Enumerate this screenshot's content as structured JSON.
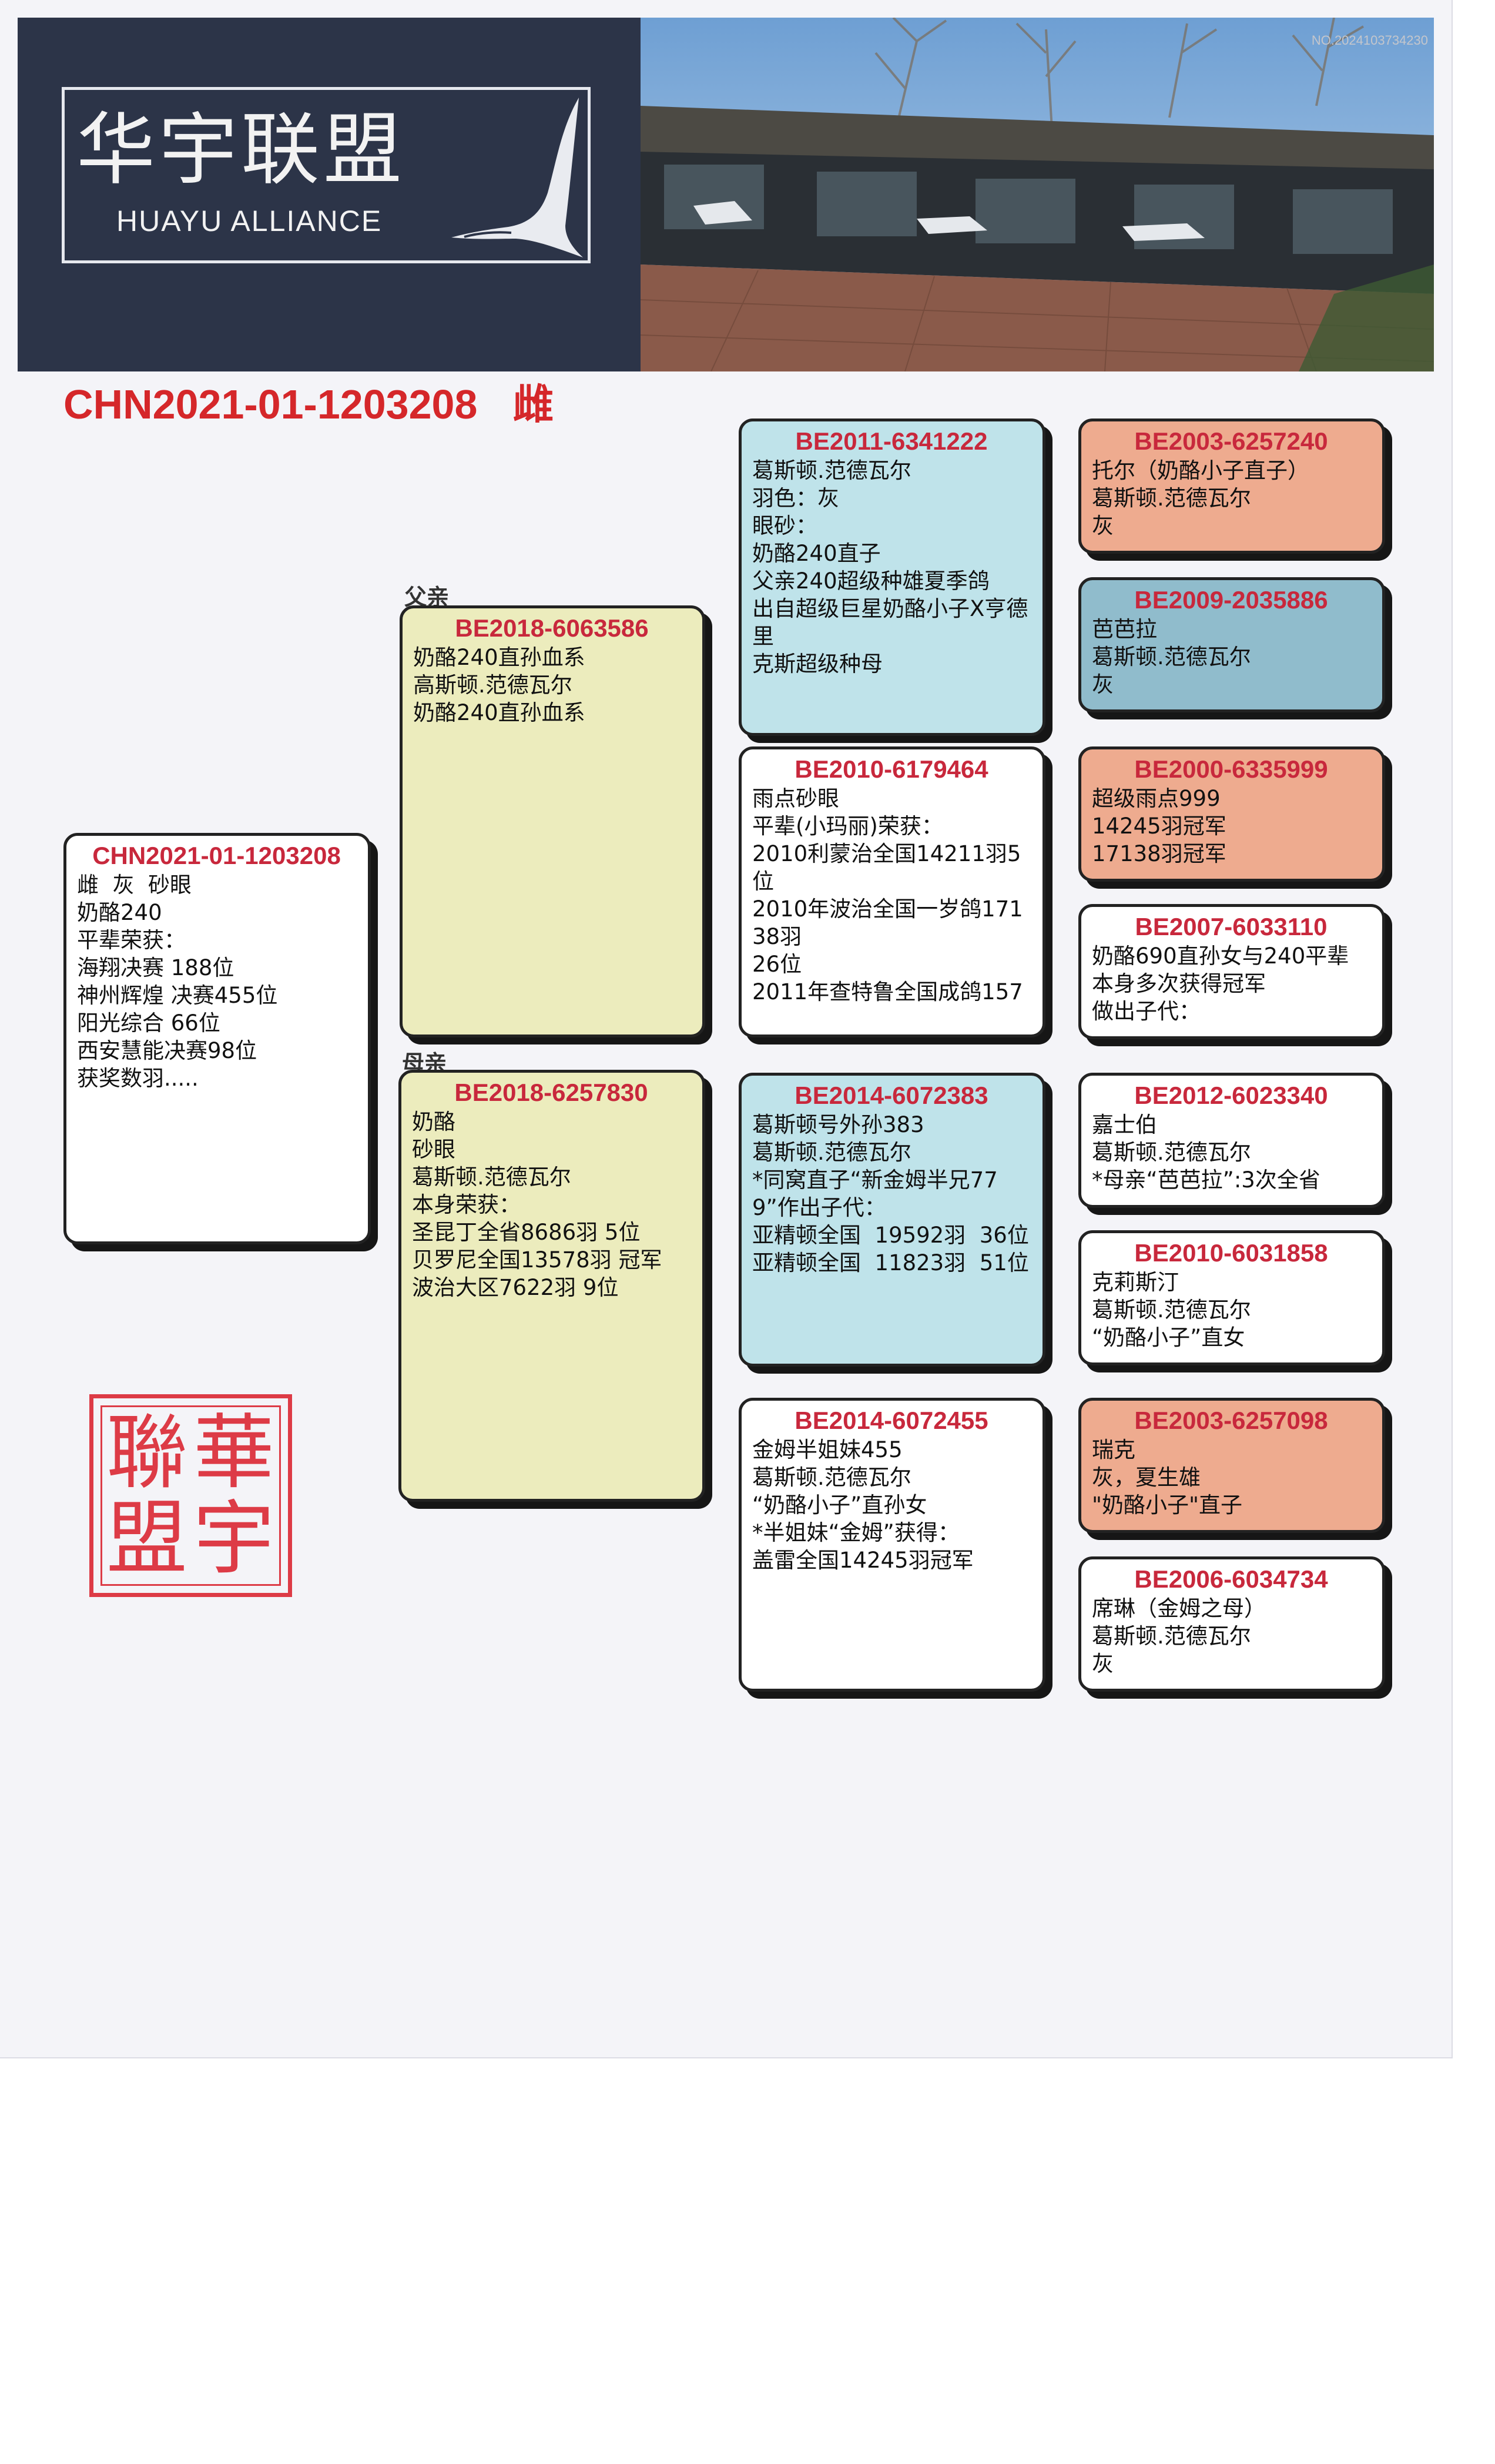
{
  "header": {
    "logo_cn": "华宇联盟",
    "logo_en": "HUAYU ALLIANCE",
    "photo_no": "NO.2024103734230"
  },
  "title": {
    "ring": "CHN2021-01-1203208",
    "sex": "雌"
  },
  "labels": {
    "father": "父亲",
    "mother": "母亲"
  },
  "subject": {
    "id": "CHN2021-01-1203208",
    "lines": [
      "雌  灰  砂眼",
      "奶酪240",
      "平辈荣获：",
      "海翔决赛 188位",
      "神州辉煌 决赛455位",
      "阳光综合 66位",
      "西安慧能决赛98位",
      "获奖数羽....."
    ]
  },
  "father": {
    "id": "BE2018-6063586",
    "lines": [
      "奶酪240直孙血系",
      "高斯顿.范德瓦尔",
      "奶酪240直孙血系"
    ]
  },
  "mother": {
    "id": "BE2018-6257830",
    "lines": [
      "奶酪",
      "砂眼",
      "葛斯顿.范德瓦尔",
      "本身荣获：",
      "圣昆丁全省8686羽 5位",
      "贝罗尼全国13578羽 冠军",
      "波治大区7622羽 9位"
    ]
  },
  "gp_ff": {
    "id": "BE2011-6341222",
    "lines": [
      "葛斯顿.范德瓦尔",
      "羽色：灰",
      "眼砂：",
      "奶酪240直子",
      "父亲240超级种雄夏季鸽",
      "出自超级巨星奶酪小子X亨德里",
      "克斯超级种母"
    ]
  },
  "gp_fm": {
    "id": "BE2010-6179464",
    "lines": [
      "雨点砂眼",
      "平辈(小玛丽)荣获：",
      "2010利蒙治全国14211羽5位",
      "2010年波治全国一岁鸽17138羽",
      "26位",
      "2011年查特鲁全国成鸽157"
    ]
  },
  "gp_mf": {
    "id": "BE2014-6072383",
    "lines": [
      "葛斯顿号外孙383",
      "葛斯顿.范德瓦尔",
      "*同窝直子“新金姆半兄779”作出子代：",
      "亚精顿全国  19592羽  36位",
      "亚精顿全国  11823羽  51位"
    ]
  },
  "gp_mm": {
    "id": "BE2014-6072455",
    "lines": [
      "金姆半姐妹455",
      "葛斯顿.范德瓦尔",
      "“奶酪小子”直孙女",
      "*半姐妹“金姆”获得：",
      "盖雷全国14245羽冠军"
    ]
  },
  "ggp": [
    {
      "id": "BE2003-6257240",
      "lines": [
        "托尔（奶酪小子直子）",
        "葛斯顿.范德瓦尔",
        "灰"
      ]
    },
    {
      "id": "BE2009-2035886",
      "lines": [
        "芭芭拉",
        "葛斯顿.范德瓦尔",
        "灰"
      ]
    },
    {
      "id": "BE2000-6335999",
      "lines": [
        "超级雨点999",
        "14245羽冠军",
        "17138羽冠军"
      ]
    },
    {
      "id": "BE2007-6033110",
      "lines": [
        "奶酪690直孙女与240平辈",
        "本身多次获得冠军",
        "做出子代："
      ]
    },
    {
      "id": "BE2012-6023340",
      "lines": [
        "嘉士伯",
        "葛斯顿.范德瓦尔",
        "*母亲“芭芭拉”:3次全省"
      ]
    },
    {
      "id": "BE2010-6031858",
      "lines": [
        "克莉斯汀",
        "葛斯顿.范德瓦尔",
        "“奶酪小子”直女"
      ]
    },
    {
      "id": "BE2003-6257098",
      "lines": [
        "瑞克",
        "灰，夏生雄",
        "\"奶酪小子\"直子"
      ]
    },
    {
      "id": "BE2006-6034734",
      "lines": [
        "席琳（金姆之母）",
        "葛斯顿.范德瓦尔",
        "灰"
      ]
    }
  ],
  "seal": {
    "chars": [
      "華",
      "聯",
      "宇",
      "盟"
    ]
  },
  "colors": {
    "id_red": "#c8283c",
    "title_red": "#d5272a",
    "seal_red": "#dd3b46"
  }
}
